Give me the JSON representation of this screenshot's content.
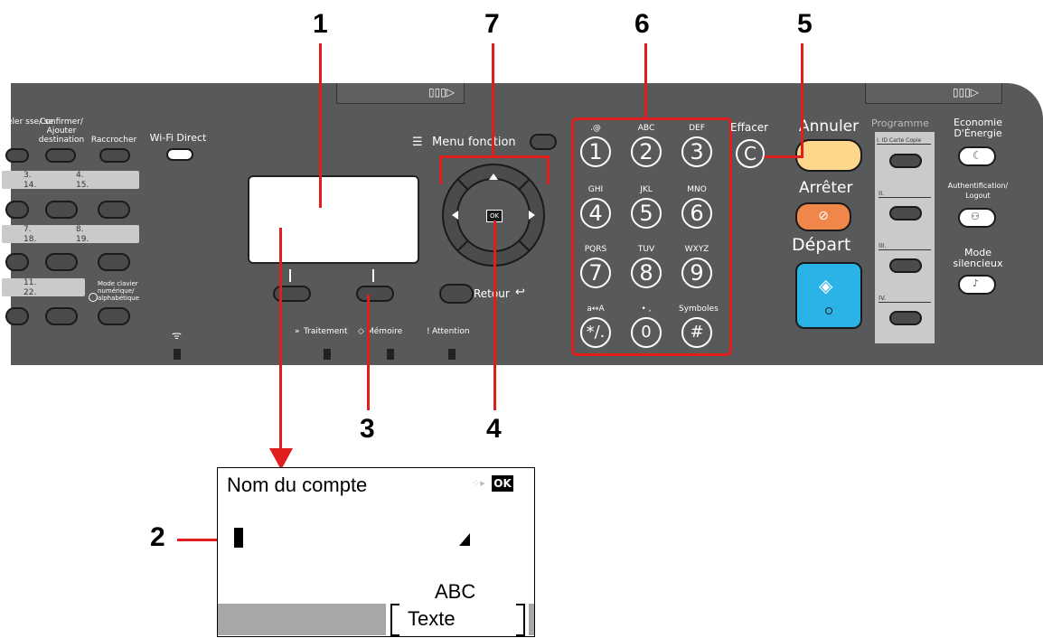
{
  "callouts": [
    "1",
    "2",
    "3",
    "4",
    "5",
    "6",
    "7"
  ],
  "panel": {
    "left_labels": {
      "rappeler": "eler sse/ se",
      "confirmer": "Confirmer/ Ajouter destination",
      "raccrocher": "Raccrocher",
      "wifi_direct": "Wi-Fi Direct"
    },
    "one_touch_rows": [
      [
        "3.",
        "4."
      ],
      [
        "14.",
        "15."
      ],
      [
        "7.",
        "8."
      ],
      [
        "18.",
        "19."
      ],
      [
        "11.",
        ""
      ],
      [
        "22.",
        ""
      ]
    ],
    "mode_clavier": "Mode clavier numérique/ alphabétique",
    "menu_fonction": "Menu fonction",
    "retour": "Retour",
    "indicators": {
      "traitement": "Traitement",
      "memoire": "Mémoire",
      "attention": "Attention"
    },
    "ok": "OK",
    "keypad": [
      {
        "digit": "1",
        "label": ".@"
      },
      {
        "digit": "2",
        "label": "ABC"
      },
      {
        "digit": "3",
        "label": "DEF"
      },
      {
        "digit": "4",
        "label": "GHI"
      },
      {
        "digit": "5",
        "label": "JKL"
      },
      {
        "digit": "6",
        "label": "MNO"
      },
      {
        "digit": "7",
        "label": "PQRS"
      },
      {
        "digit": "8",
        "label": "TUV"
      },
      {
        "digit": "9",
        "label": "WXYZ"
      },
      {
        "digit": "*/.",
        "label": "a↔A"
      },
      {
        "digit": "0",
        "label": "• ,"
      },
      {
        "digit": "#",
        "label": "Symboles"
      }
    ],
    "effacer": "Effacer",
    "effacer_key": "C",
    "annuler": "Annuler",
    "arreter": "Arrêter",
    "depart": "Départ",
    "programme": "Programme",
    "programme_items": [
      "I. ID Carte Copie",
      "II.",
      "III.",
      "IV."
    ],
    "economie": "Economie D'Énergie",
    "authentification": "Authentification/ Logout",
    "mode_silencieux": "Mode silencieux"
  },
  "lcd": {
    "title": "Nom du compte",
    "ok_badge": "OK",
    "mode": "ABC",
    "softkey": "Texte"
  },
  "colors": {
    "panel": "#58595b",
    "callout_red": "#e11e1e",
    "annuler": "#fdd78c",
    "arreter": "#f0864a",
    "depart": "#2ab3e6"
  }
}
